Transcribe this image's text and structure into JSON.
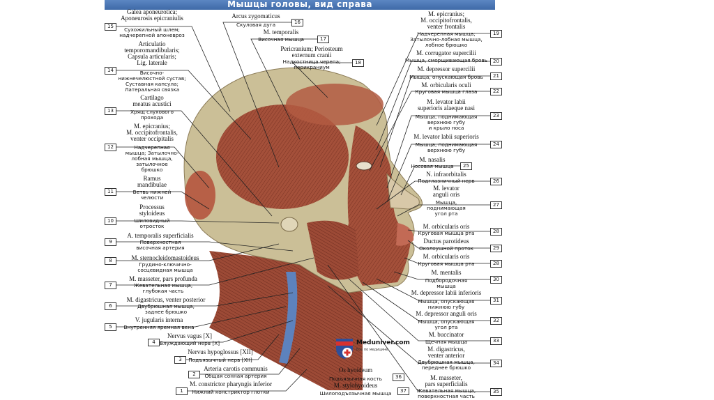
{
  "title": "Мышцы головы, вид справа",
  "logo": {
    "name": "Meduniver.com",
    "tagline": "Все по медицине"
  },
  "labels": [
    {
      "num": "15",
      "latin": [
        "Galea aponeurotica;",
        "Aponeurosis epicraniulis"
      ],
      "ru": [
        "Сухожильный шлем;",
        "надчерепной апоневроз"
      ]
    },
    {
      "num": "14",
      "latin": [
        "Articulatio",
        "temporomandibularis;",
        "Capsula articularis;",
        "Lig. laterale"
      ],
      "ru": [
        "Височно-",
        "нижнечелюстной сустав;",
        "Суставная капсула;",
        "Латеральная связка"
      ]
    },
    {
      "num": "13",
      "latin": [
        "Cartilago",
        "meatus acustici"
      ],
      "ru": [
        "Хрящ слухового",
        "прохода"
      ]
    },
    {
      "num": "12",
      "latin": [
        "M. epicranius;",
        "M. occipitofrontalis,",
        "venter occipitalis"
      ],
      "ru": [
        "Надчерепная",
        "мышца; Затылочно-",
        "лобная мышца,",
        "затылочное",
        "брюшко"
      ]
    },
    {
      "num": "11",
      "latin": [
        "Ramus",
        "mandibulae"
      ],
      "ru": [
        "Ветвь нижней",
        "челюсти"
      ]
    },
    {
      "num": "10",
      "latin": [
        "Processus",
        "styloideus"
      ],
      "ru": [
        "Шиловидный",
        "отросток"
      ]
    },
    {
      "num": "9",
      "latin": [
        "A. temporalis superficialis"
      ],
      "ru": [
        "Поверхностная",
        "височная артерия"
      ]
    },
    {
      "num": "8",
      "latin": [
        "M. sternocleidomastoideus"
      ],
      "ru": [
        "Грудино-ключично-",
        "сосцевидная мышца"
      ]
    },
    {
      "num": "7",
      "latin": [
        "M. masseter, pars profunda"
      ],
      "ru": [
        "Жевательная мышца,",
        "глубокая часть"
      ]
    },
    {
      "num": "6",
      "latin": [
        "M. digastricus, venter posterior"
      ],
      "ru": [
        "Двубрюшная мышца,",
        "заднее брюшко"
      ]
    },
    {
      "num": "5",
      "latin": [
        "V. jugularis interna"
      ],
      "ru": [
        "Внутренняя яремная вена"
      ]
    },
    {
      "num": "4",
      "latin": [
        "Nervus vagus [X]"
      ],
      "ru": [
        "Блуждающий нерв [X]"
      ]
    },
    {
      "num": "3",
      "latin": [
        "Nervus hypoglossus [XII]"
      ],
      "ru": [
        "Подъязычный нерв [XII]"
      ]
    },
    {
      "num": "2",
      "latin": [
        "Arteria carotis communis"
      ],
      "ru": [
        "Общая сонная артерия"
      ]
    },
    {
      "num": "1",
      "latin": [
        "M. constrictor pharyngis inferior"
      ],
      "ru": [
        "Нижний констриктор глотки"
      ]
    },
    {
      "num": "16",
      "latin": [
        "Arcus zygomaticus"
      ],
      "ru": [
        "Скуловая дуга"
      ]
    },
    {
      "num": "17",
      "latin": [
        "M. temporalis"
      ],
      "ru": [
        "Височная мышца"
      ]
    },
    {
      "num": "18",
      "latin": [
        "Pericranium; Periosteum",
        "externum cranii"
      ],
      "ru": [
        "Надкостница черепа;",
        "перикраниум"
      ]
    },
    {
      "num": "19",
      "latin": [
        "M. epicranius;",
        "M. occipitofrontalis,",
        "venter frontalis"
      ],
      "ru": [
        "Надчерепная мышца;",
        "Затылочно-лобная мышца,",
        "лобное брюшко"
      ]
    },
    {
      "num": "20",
      "latin": [
        "M. corrugator supercilii"
      ],
      "ru": [
        "Мышца, сморщивающая бровь"
      ]
    },
    {
      "num": "21",
      "latin": [
        "M. depressor supercilii"
      ],
      "ru": [
        "Мышца, опускающая бровь"
      ]
    },
    {
      "num": "22",
      "latin": [
        "M. orbicularis oculi"
      ],
      "ru": [
        "Круговая мышца глаза"
      ]
    },
    {
      "num": "23",
      "latin": [
        "M. levator labii",
        "superioris alaeque nasi"
      ],
      "ru": [
        "Мышца, поднимающая",
        "верхнюю губу",
        "и крыло носа"
      ]
    },
    {
      "num": "24",
      "latin": [
        "M. levator labii superioris"
      ],
      "ru": [
        "Мышца, поднимающая",
        "верхнюю губу"
      ]
    },
    {
      "num": "25",
      "latin": [
        "M. nasalis"
      ],
      "ru": [
        "Носовая мышца"
      ]
    },
    {
      "num": "26",
      "latin": [
        "N. infraorbitalis"
      ],
      "ru": [
        "Подглазничный нерв"
      ]
    },
    {
      "num": "27",
      "latin": [
        "M. levator",
        "anguli oris"
      ],
      "ru": [
        "Мышца,",
        "поднимающая",
        "угол рта"
      ]
    },
    {
      "num": "28",
      "latin": [
        "M. orbicularis oris"
      ],
      "ru": [
        "Круговая мышца рта"
      ]
    },
    {
      "num": "29",
      "latin": [
        "Ductus parotideus"
      ],
      "ru": [
        "Околоушной проток"
      ]
    },
    {
      "num": "28",
      "latin": [
        "M. orbicularis oris"
      ],
      "ru": [
        "Круговая мышца рта"
      ]
    },
    {
      "num": "30",
      "latin": [
        "M. mentalis"
      ],
      "ru": [
        "Подбородочная",
        "мышца"
      ]
    },
    {
      "num": "31",
      "latin": [
        "M. depressor labii inferioris"
      ],
      "ru": [
        "Мышца, опускающая",
        "нижнюю губу"
      ]
    },
    {
      "num": "32",
      "latin": [
        "M. depressor anguli oris"
      ],
      "ru": [
        "Мышца, опускающая",
        "угол рта"
      ]
    },
    {
      "num": "33",
      "latin": [
        "M. buccinator"
      ],
      "ru": [
        "Щечная мышца"
      ]
    },
    {
      "num": "34",
      "latin": [
        "M. digastricus,",
        "venter anterior"
      ],
      "ru": [
        "Двубрюшная мышца,",
        "переднее брюшко"
      ]
    },
    {
      "num": "35",
      "latin": [
        "M. masseter,",
        "pars superficialis"
      ],
      "ru": [
        "Жевательная мышца,",
        "поверхностная часть"
      ]
    },
    {
      "num": "36",
      "latin": [
        "Os hyoideum"
      ],
      "ru": [
        "Подъязычная кость"
      ]
    },
    {
      "num": "37",
      "latin": [
        "M. stylohyoideus"
      ],
      "ru": [
        "Шилоподъязычная мышца"
      ]
    }
  ]
}
